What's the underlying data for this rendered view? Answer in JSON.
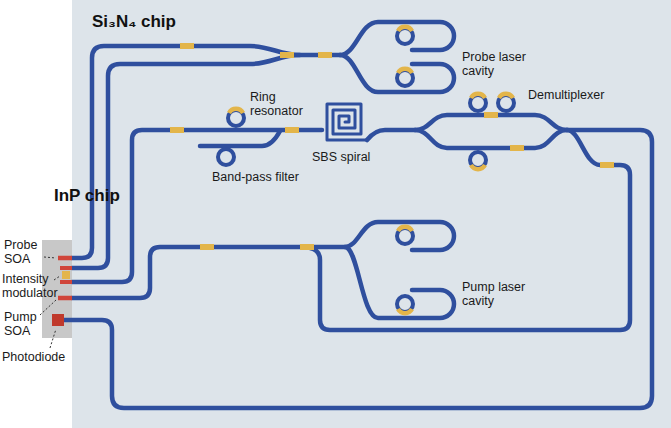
{
  "diagram": {
    "nodes": [
      {
        "text": [
          "Si₃N₄ chip"
        ]
      },
      {
        "text": [
          "InP chip"
        ]
      }
    ],
    "labels": [
      "Probe SOA",
      "Intensity modulator",
      "Pump SOA",
      "Photodiode",
      "Ring resonator",
      "SBS spiral",
      "Band-pass filter",
      "Probe laser cavity",
      "Demultiplexer",
      "Pump laser cavity"
    ]
  }
}
